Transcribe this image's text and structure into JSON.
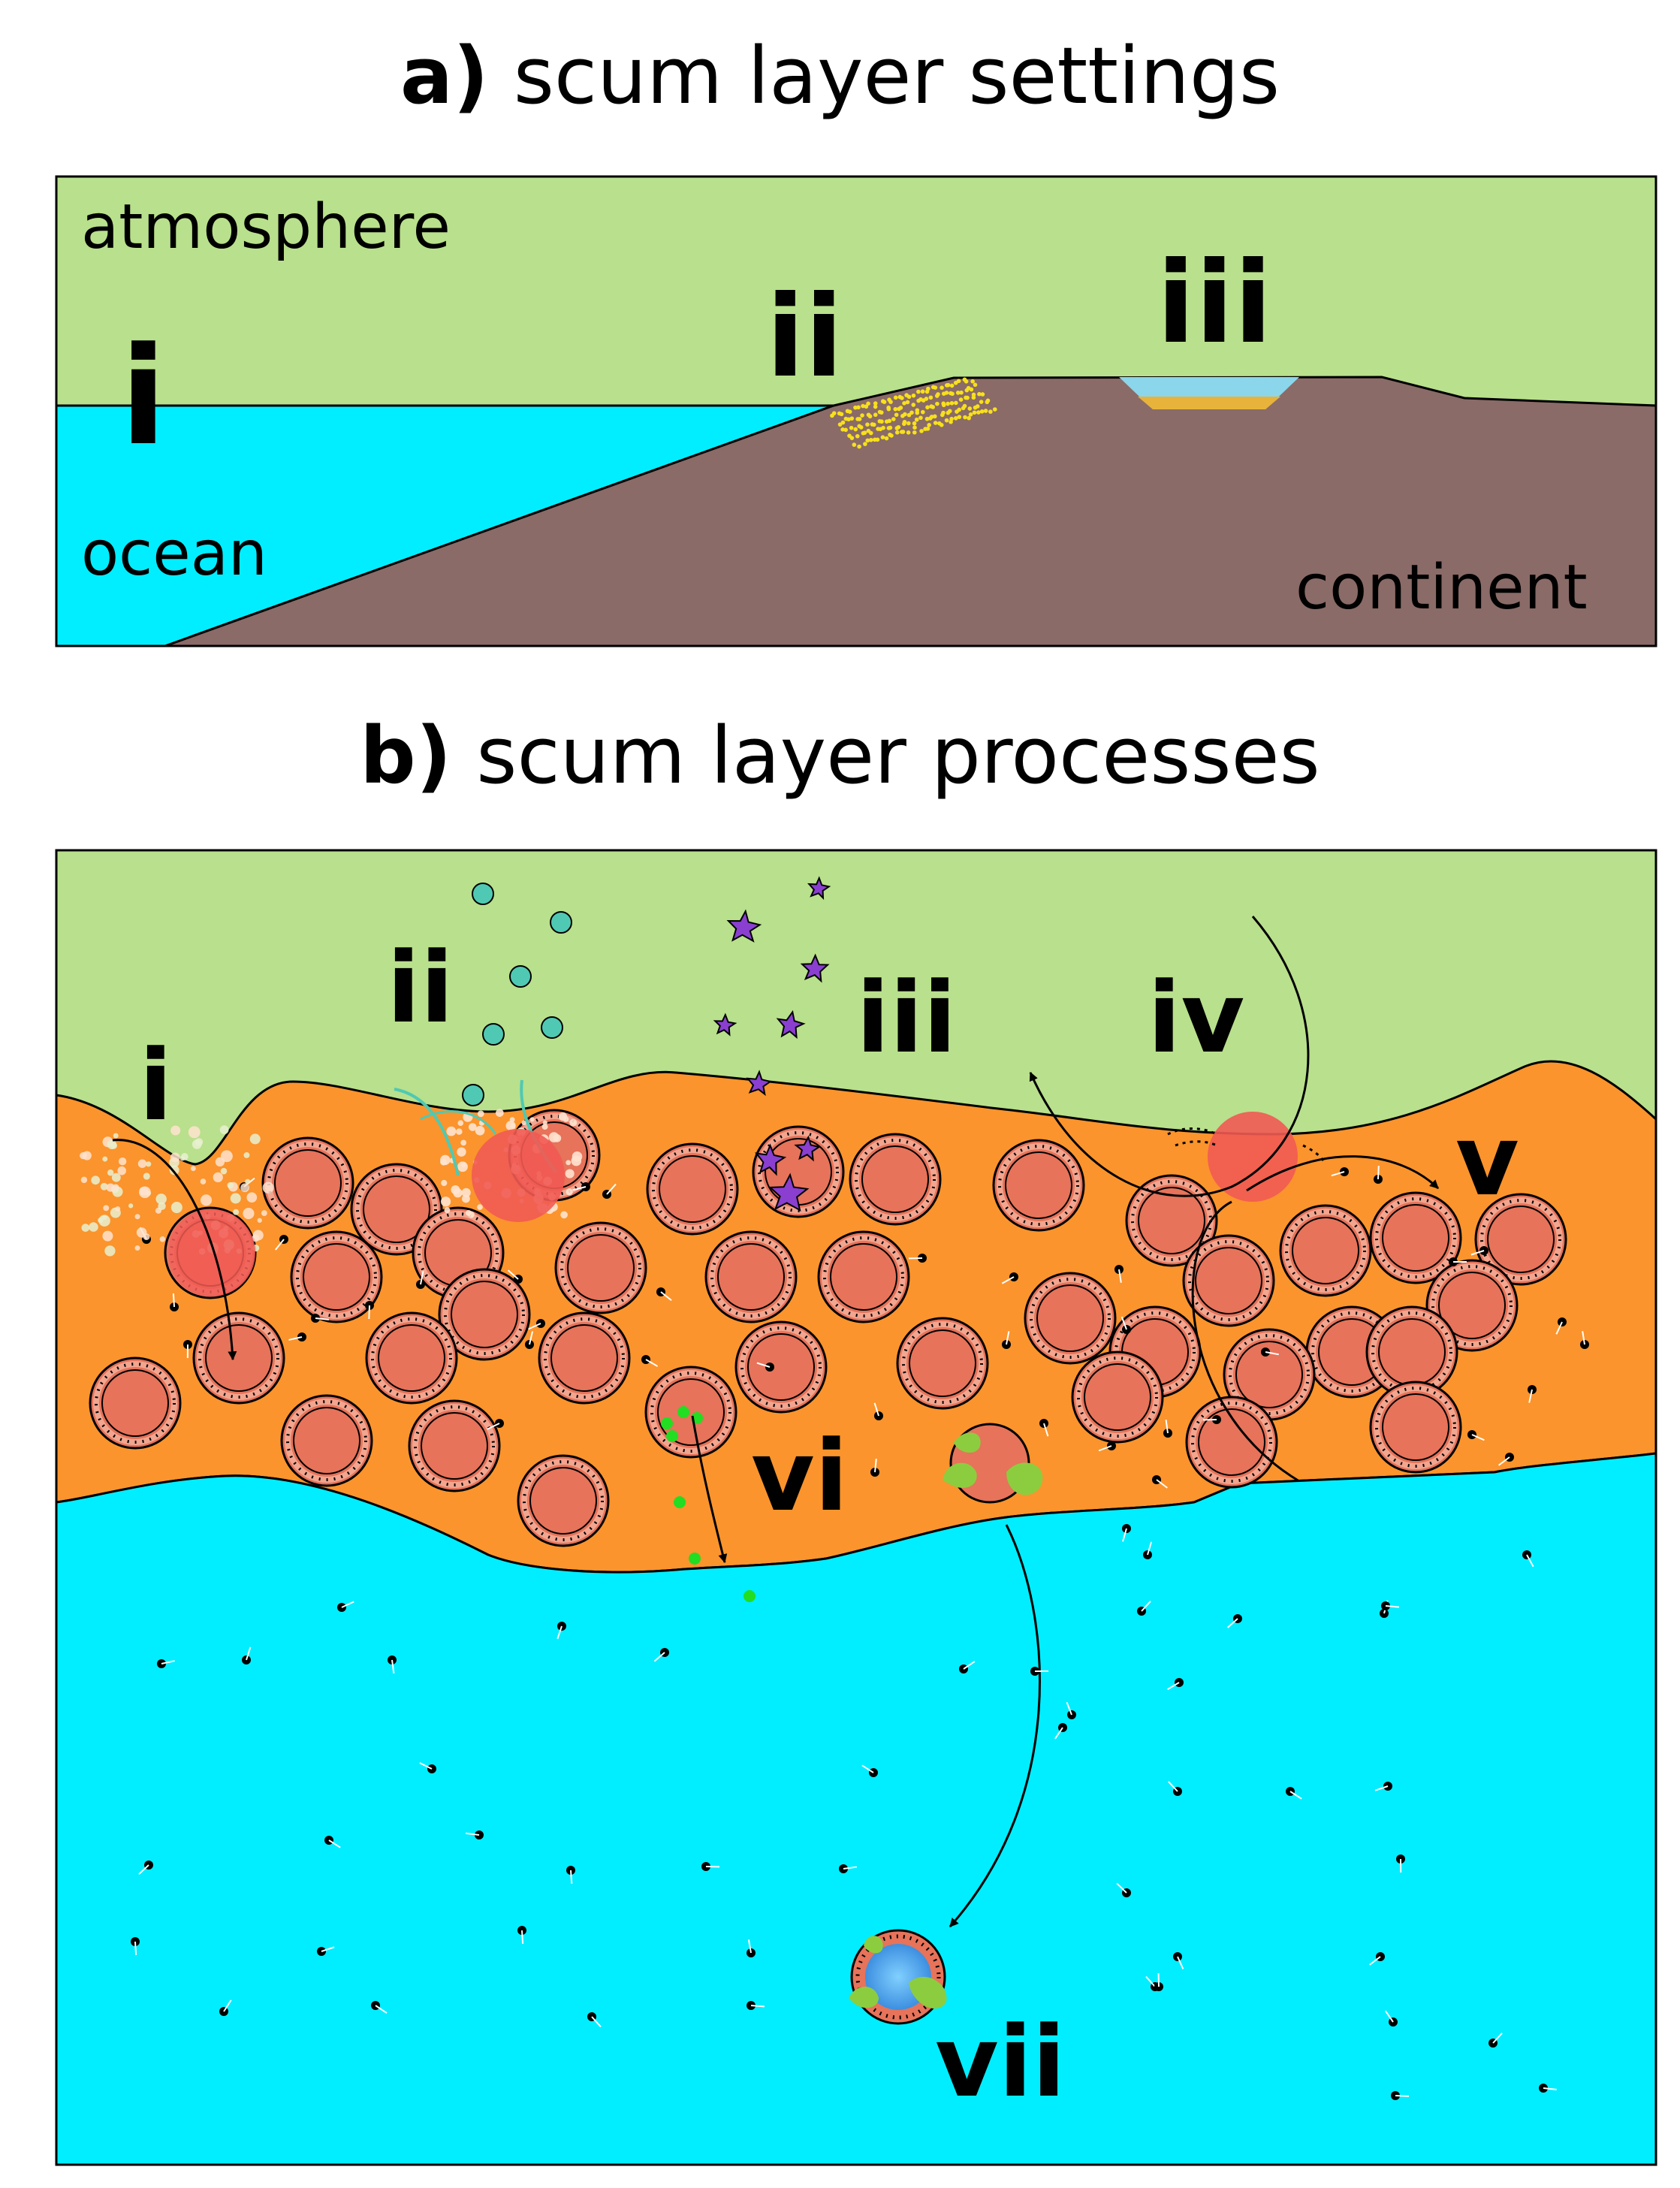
{
  "panel_a": {
    "label": "a)",
    "title": "scum layer settings",
    "labels": {
      "atmosphere": "atmosphere",
      "ocean": "ocean",
      "continent": "continent"
    },
    "numerals": {
      "i": "i",
      "ii": "ii",
      "iii": "iii"
    }
  },
  "panel_b": {
    "label": "b)",
    "title": "scum layer processes",
    "numerals": {
      "i": "i",
      "ii": "ii",
      "iii": "iii",
      "iv": "iv",
      "v": "v",
      "vi": "vi",
      "vii": "vii"
    }
  },
  "colors": {
    "atmosphere": "#b9e08c",
    "ocean": "#00eeff",
    "continent": "#8a6b67",
    "scum": "#fb942c",
    "cell": "#e6735a",
    "cell_ring": "#f2a58f",
    "burst": "#f15a53",
    "sand": "#f7e01c",
    "lake": "#8bd6ea",
    "lake_bottom": "#e8b33a"
  }
}
